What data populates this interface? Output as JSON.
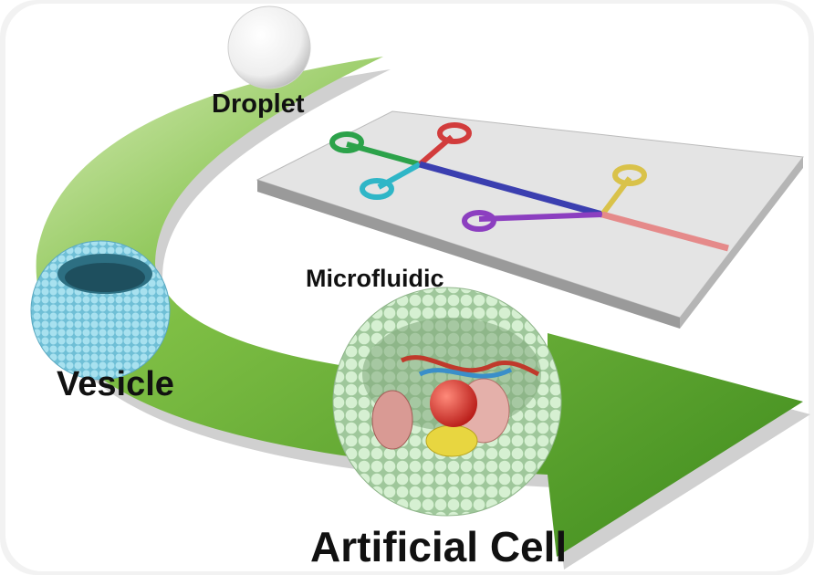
{
  "labels": {
    "droplet": "Droplet",
    "microfluidic": "Microfluidic",
    "vesicle": "Vesicle",
    "artificial_cell": "Artificial Cell"
  },
  "colors": {
    "arrow_green": "#5aa42a",
    "arrow_light": "#b9dc8a",
    "vesicle": "#8fd3e6",
    "cell_shell": "#c8e8c4",
    "nucleus": "#d9342c",
    "chip": "#e6e6e6"
  }
}
